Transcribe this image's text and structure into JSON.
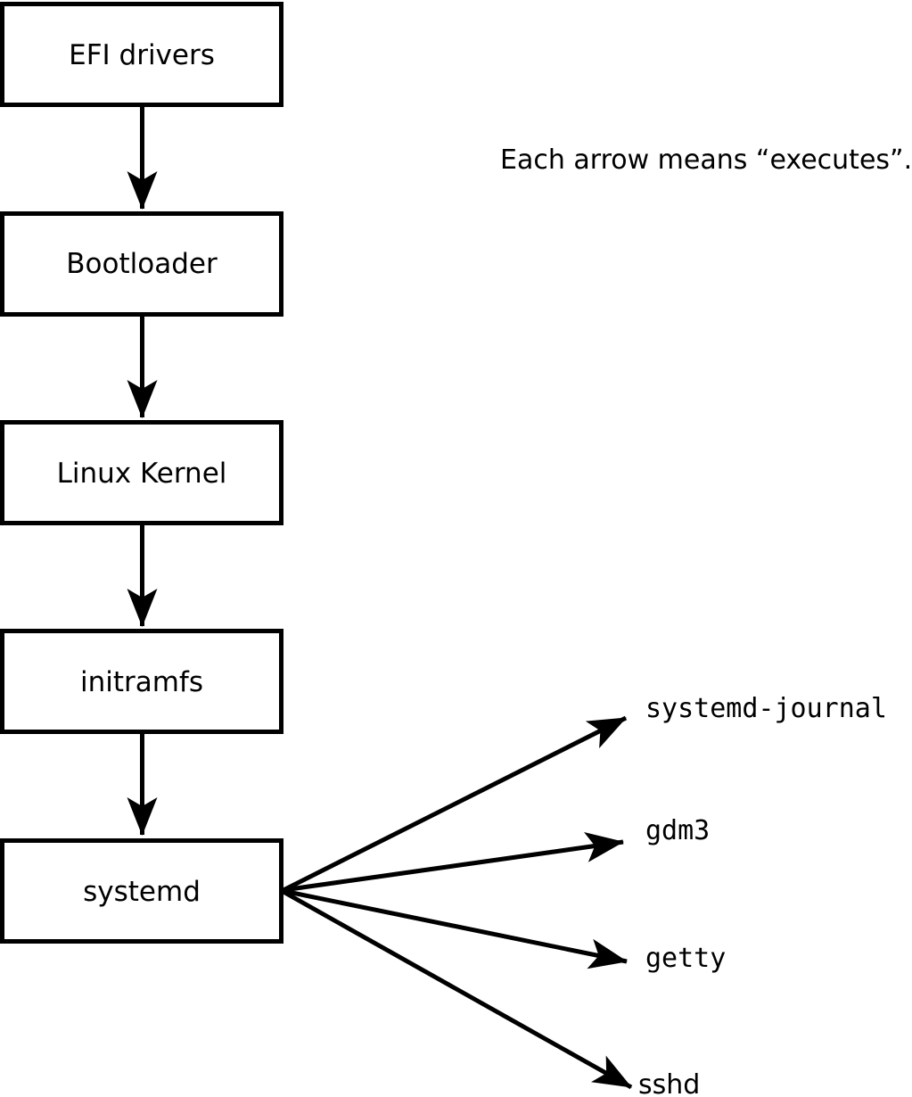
{
  "note": "Each arrow means “executes”.",
  "chain": [
    {
      "label": "EFI drivers"
    },
    {
      "label": "Bootloader"
    },
    {
      "label": "Linux Kernel"
    },
    {
      "label": "initramfs"
    },
    {
      "label": "systemd"
    }
  ],
  "spawned": [
    {
      "label": "systemd-journal"
    },
    {
      "label": "gdm3"
    },
    {
      "label": "getty"
    },
    {
      "label": "sshd"
    }
  ],
  "arrow_meaning": "executes",
  "colors": {
    "line": "#000000",
    "text": "#000000",
    "box_fill": "#ffffff",
    "background": "#ffffff"
  }
}
